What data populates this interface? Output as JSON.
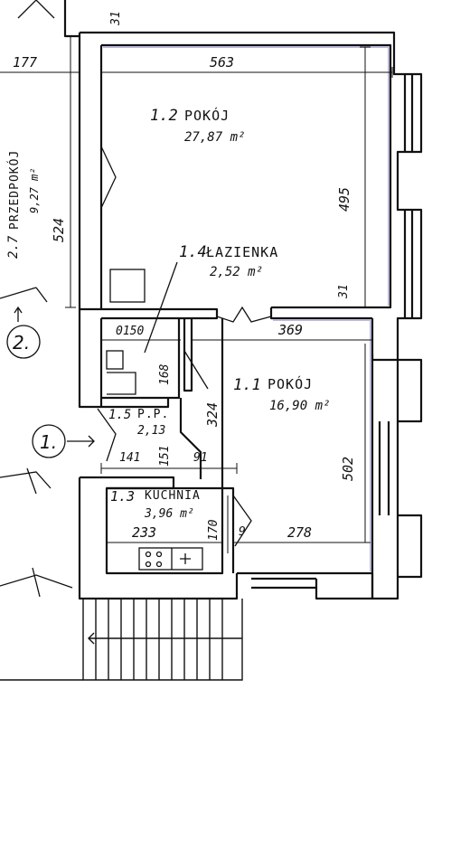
{
  "rooms": [
    {
      "id": "1.2",
      "name": "POKÓJ",
      "area": "27,87 m²"
    },
    {
      "id": "1.4",
      "name": "ŁAZIENKA",
      "area": "2,52 m²"
    },
    {
      "id": "1.1",
      "name": "POKÓJ",
      "area": "16,90 m²"
    },
    {
      "id": "1.5",
      "name": "P.P.",
      "area": "2,13"
    },
    {
      "id": "1.3",
      "name": "KUCHNIA",
      "area": "3,96 m²"
    },
    {
      "id": "2.7",
      "name": "PRZEDPOKÓJ",
      "area": "9,27 m²"
    }
  ],
  "dimensions": {
    "top_31": "31",
    "left_177": "177",
    "top_563": "563",
    "right_495": "495",
    "left_524": "524",
    "mid_31": "31",
    "o150": "0150",
    "w369": "369",
    "h168": "168",
    "h324": "324",
    "w141": "141",
    "h151": "151",
    "w91": "91",
    "h502": "502",
    "h170": "170",
    "d9": "9",
    "w233": "233",
    "w278": "278"
  },
  "markers": {
    "m1": "1.",
    "m2": "2."
  },
  "colors": {
    "ink": "#111111",
    "wall_shadow": "#b9b9d8"
  }
}
